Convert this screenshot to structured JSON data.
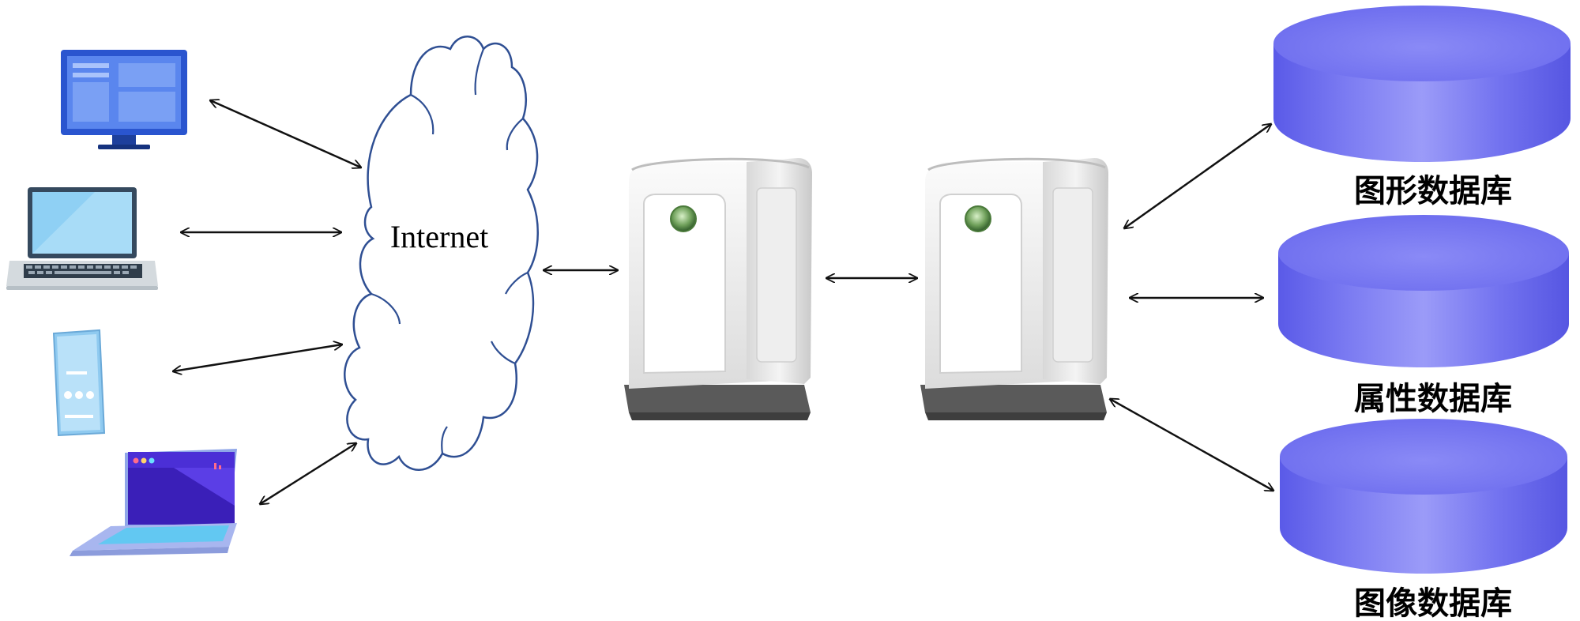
{
  "cloud": {
    "label": "Internet"
  },
  "clients": [
    {
      "name": "desktop-monitor",
      "icon": "monitor-icon"
    },
    {
      "name": "laptop",
      "icon": "laptop-icon"
    },
    {
      "name": "tablet",
      "icon": "tablet-icon"
    },
    {
      "name": "laptop-purple",
      "icon": "laptop-app-icon"
    }
  ],
  "servers": [
    {
      "name": "web-server",
      "icon": "server-tower-icon"
    },
    {
      "name": "database-server",
      "icon": "server-tower-icon"
    }
  ],
  "databases": [
    {
      "label": "图形数据库",
      "icon": "database-cylinder-icon"
    },
    {
      "label": "属性数据库",
      "icon": "database-cylinder-icon"
    },
    {
      "label": "图像数据库",
      "icon": "database-cylinder-icon"
    }
  ],
  "colors": {
    "cloud_stroke": "#2f4f93",
    "cylinder_top": "#8080f4",
    "cylinder_side": "#6a6aee",
    "monitor_blue": "#2c5bd6",
    "server_gray": "#e6e6e6"
  }
}
